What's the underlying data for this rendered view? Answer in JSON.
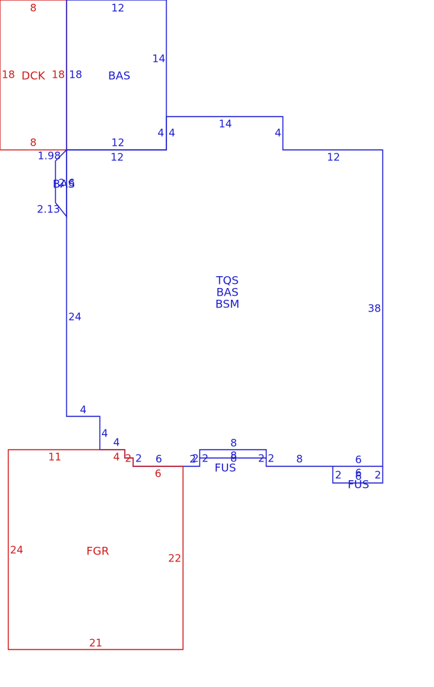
{
  "colors": {
    "primary": "#1a1ad0",
    "secondary": "#d01a1a"
  },
  "areas": {
    "dck": {
      "code": "DCK",
      "dims": [
        "8",
        "18",
        "18",
        "8"
      ]
    },
    "bas_top": {
      "code": "BAS",
      "dims": [
        "12",
        "14",
        "18",
        "12",
        "4"
      ]
    },
    "bas_small": {
      "code": "BAS",
      "overlap": "2.6",
      "dims": [
        "1.98",
        "2.13"
      ]
    },
    "main": {
      "codes": [
        "TQS",
        "BAS",
        "BSM"
      ],
      "dims": [
        "12",
        "14",
        "4",
        "4",
        "12",
        "38",
        "24",
        "4",
        "4",
        "4",
        "2",
        "6",
        "2",
        "2",
        "8",
        "2",
        "8"
      ]
    },
    "fus_1": {
      "code": "FUS",
      "dims": [
        "8",
        "8",
        "2",
        "2",
        "2",
        "2"
      ]
    },
    "fus_2": {
      "code": "FUS",
      "dims": [
        "6",
        "6",
        "6",
        "2",
        "2"
      ]
    },
    "fgr": {
      "code": "FGR",
      "dims": [
        "11",
        "4",
        "2",
        "6",
        "24",
        "22",
        "21"
      ]
    }
  }
}
